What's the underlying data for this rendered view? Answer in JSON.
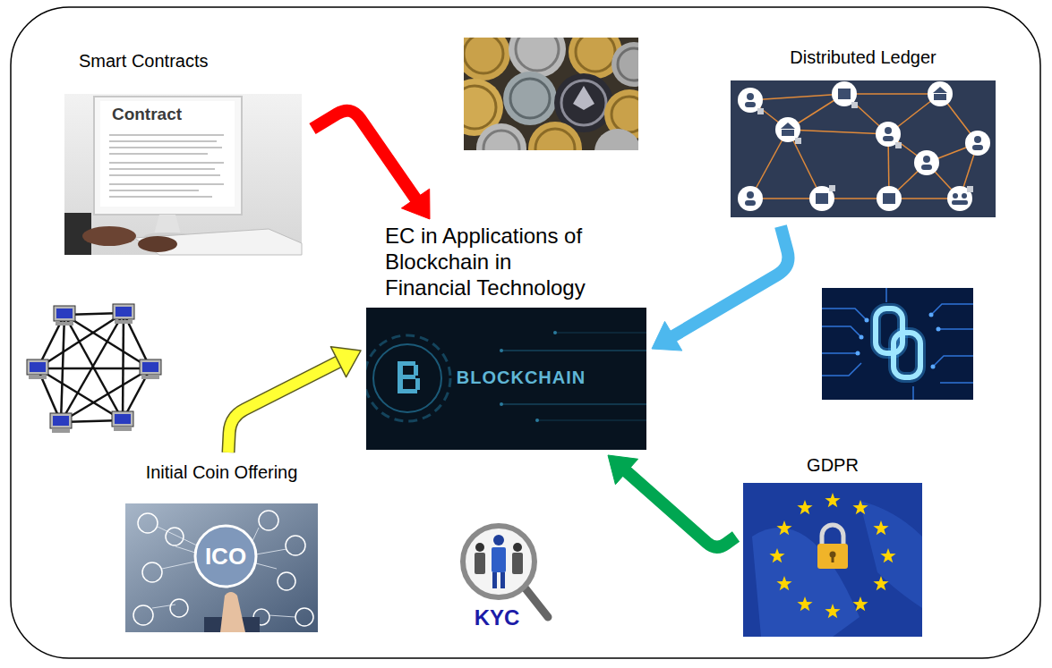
{
  "diagram": {
    "nodes": [
      {
        "text": [
          "Smart Contracts",
          "Contract"
        ]
      },
      {
        "text": [
          "Distributed Ledger"
        ]
      },
      {
        "text": [
          "EC in Applications of Blockchain in Financial Technology",
          "BLOCKCHAIN"
        ]
      },
      {
        "text": [
          "Initial Coin Offering",
          "ICO"
        ]
      },
      {
        "text": [
          "GDPR"
        ]
      }
    ],
    "edges": [
      {
        "from": 0,
        "to": 2,
        "arrow": "to"
      },
      {
        "from": 1,
        "to": 2,
        "arrow": "to"
      },
      {
        "from": 4,
        "to": 2,
        "arrow": "to"
      },
      {
        "from": 3,
        "to": 2,
        "arrow": "to"
      }
    ],
    "labels": [
      "KYC"
    ]
  }
}
